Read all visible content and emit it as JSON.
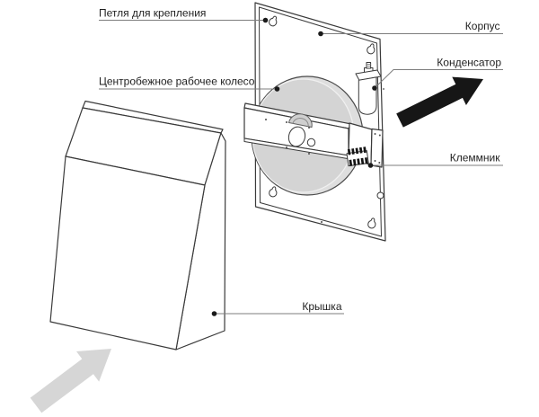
{
  "diagram": {
    "kind": "exploded-parts-diagram",
    "language": "ru"
  },
  "labels": {
    "mounting_loop": "Петля для крепления",
    "impeller": "Центробежное рабочее колесо",
    "housing": "Корпус",
    "capacitor": "Конденсатор",
    "terminal_block": "Клеммник",
    "cover": "Крышка"
  },
  "icons": {
    "inlet_arrow": "airflow-inlet-arrow",
    "outlet_arrow": "airflow-outlet-arrow",
    "keyhole": "keyhole-mounting-slot"
  },
  "colors": {
    "background": "#ffffff",
    "outline": "#3a3a3a",
    "leader_line": "#7d7d7d",
    "callout_dot": "#1a1a1a",
    "text": "#1f1f1f",
    "impeller_rim": "#dedede",
    "impeller_face": "#d4d4d4",
    "impeller_hub": "#cfcfcf",
    "inlet_arrow": "#d6d6d6",
    "outlet_arrow": "#161616"
  }
}
